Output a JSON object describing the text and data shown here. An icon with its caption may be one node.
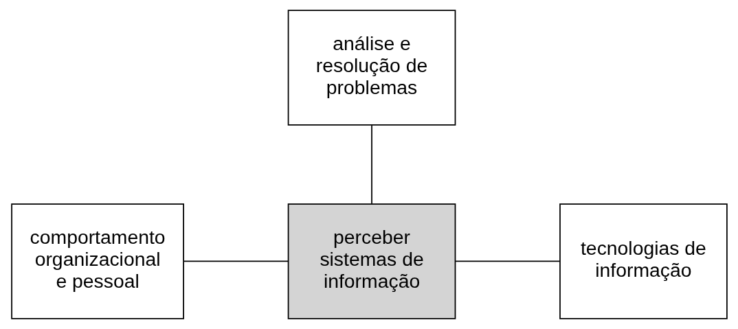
{
  "diagram": {
    "nodes": [
      {
        "text": [
          "análise e resolução de problemas"
        ]
      },
      {
        "text": [
          "comportamento organizacional e pessoal"
        ]
      },
      {
        "text": [
          "perceber sistemas de informação"
        ]
      },
      {
        "text": [
          "tecnologias de informação"
        ]
      }
    ],
    "edges": [
      {
        "from": 0,
        "to": 2,
        "arrow": "none"
      },
      {
        "from": 1,
        "to": 2,
        "arrow": "none"
      },
      {
        "from": 2,
        "to": 3,
        "arrow": "none"
      }
    ]
  }
}
